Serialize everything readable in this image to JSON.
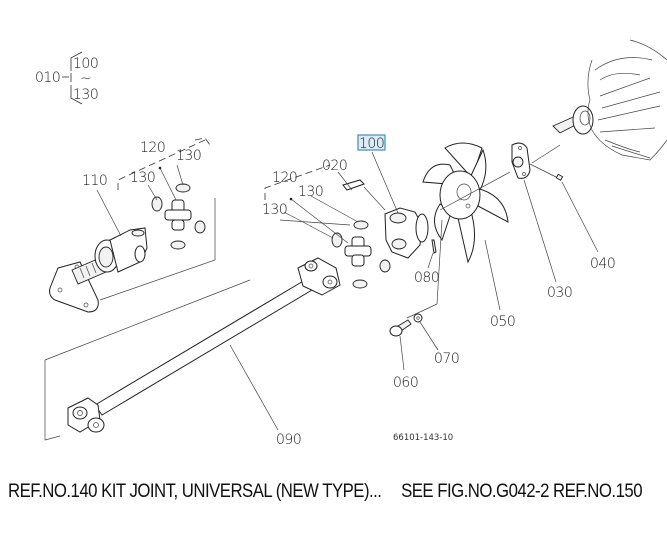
{
  "diagram": {
    "assembly_callout": {
      "ref": "010",
      "range_start": "100",
      "range_separator": "~",
      "range_end": "130"
    },
    "highlighted_part": "100",
    "highlight_color": "#3b8fc4",
    "part_labels": {
      "p020": "020",
      "p030": "030",
      "p040": "040",
      "p050": "050",
      "p060": "060",
      "p070": "070",
      "p080": "080",
      "p090": "090",
      "p100": "100",
      "p110": "110",
      "p120_left": "120",
      "p120_right": "120",
      "p130_left_a": "130",
      "p130_left_b": "130",
      "p130_right_a": "130",
      "p130_right_b": "130"
    },
    "drawing_number": "66101-143-10"
  },
  "footer": {
    "note_left": "REF.NO.140 KIT JOINT, UNIVERSAL (NEW TYPE)...",
    "note_right": "SEE FIG.NO.G042-2 REF.NO.150"
  }
}
